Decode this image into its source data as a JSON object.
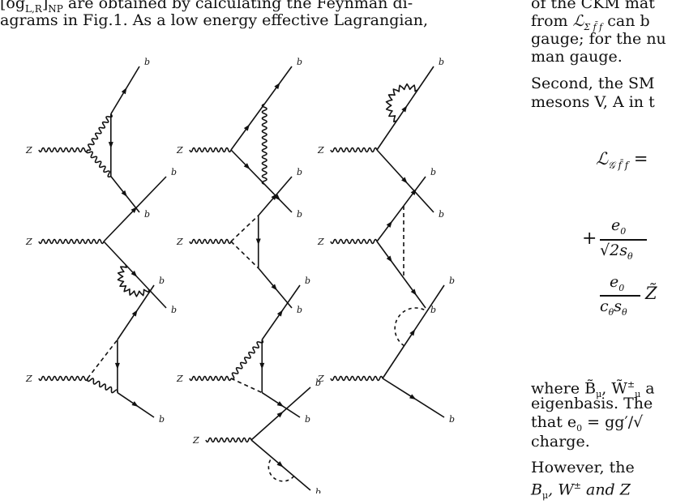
{
  "left_text": {
    "line1": "[δg",
    "line1_sub": "L,R",
    "line1_np": "]",
    "line1_np_sub": "NP",
    "line1_rest": " are obtained by calculating the Feynman di-",
    "line2": "agrams in Fig.1.  As a low energy effective Lagrangian,"
  },
  "diagrams": [
    {
      "id": 1,
      "labels": {
        "in": "Z",
        "top": "b",
        "bottom": "b"
      }
    },
    {
      "id": 2,
      "labels": {
        "in": "Z",
        "top": "b",
        "bottom": "b"
      }
    },
    {
      "id": 3,
      "labels": {
        "in": "Z",
        "top": "b",
        "bottom": "b"
      }
    },
    {
      "id": 4,
      "labels": {
        "in": "Z",
        "top": "b",
        "bottom": "b"
      }
    },
    {
      "id": 5,
      "labels": {
        "in": "Z",
        "top": "b",
        "bottom": "b"
      }
    },
    {
      "id": 6,
      "labels": {
        "in": "Z",
        "top": "b",
        "bottom": "b"
      }
    },
    {
      "id": 7,
      "labels": {
        "in": "Z",
        "top": "b",
        "bottom": "b"
      }
    },
    {
      "id": 8,
      "labels": {
        "in": "Z",
        "top": "b",
        "bottom": "b"
      }
    },
    {
      "id": 9,
      "labels": {
        "in": "Z",
        "top": "b",
        "bottom": "b"
      }
    },
    {
      "id": 10,
      "labels": {
        "in": "Z",
        "top": "b",
        "bottom": "b"
      }
    }
  ],
  "right_text": {
    "r1": "of the CKM mat",
    "r2a": "from ",
    "r2b": "ℒ",
    "r2c": "Σ f̄ f",
    "r2d": " can b",
    "r3": "gauge; for the nu",
    "r4": "man gauge.",
    "r5": "   Second, the SM",
    "r6": "mesons V, A in t",
    "eq1": "ℒ",
    "eq1_sub": "𝒢 f̄ f",
    "eq1_tail": " =",
    "eq2_plus": "+",
    "eq2_num": "e",
    "eq2_num_sub": "0",
    "eq2_den": "√2s",
    "eq2_den_sub": "θ",
    "eq3_num": "e",
    "eq3_num_sub": "0",
    "eq3_den": "c",
    "eq3_den_s": "s",
    "eq3_den_sub1": "θ",
    "eq3_den_sub2": "θ",
    "eq3_tail": "Z̃",
    "r7": "where B̃",
    "r7_sub": "μ",
    "r7b": ", W̃",
    "r7b_sup": "±",
    "r7b_sub": "μ",
    "r7c": " a",
    "r8": "eigenbasis.  The",
    "r9": "that e",
    "r9_sub": "0",
    "r9b": " = gg′/√",
    "r10": "charge.",
    "r11": "   However, the",
    "r12": "B",
    "r12_sub": "μ",
    "r12b": ", W",
    "r12b_sup": "±",
    "r12c": " and Z"
  }
}
